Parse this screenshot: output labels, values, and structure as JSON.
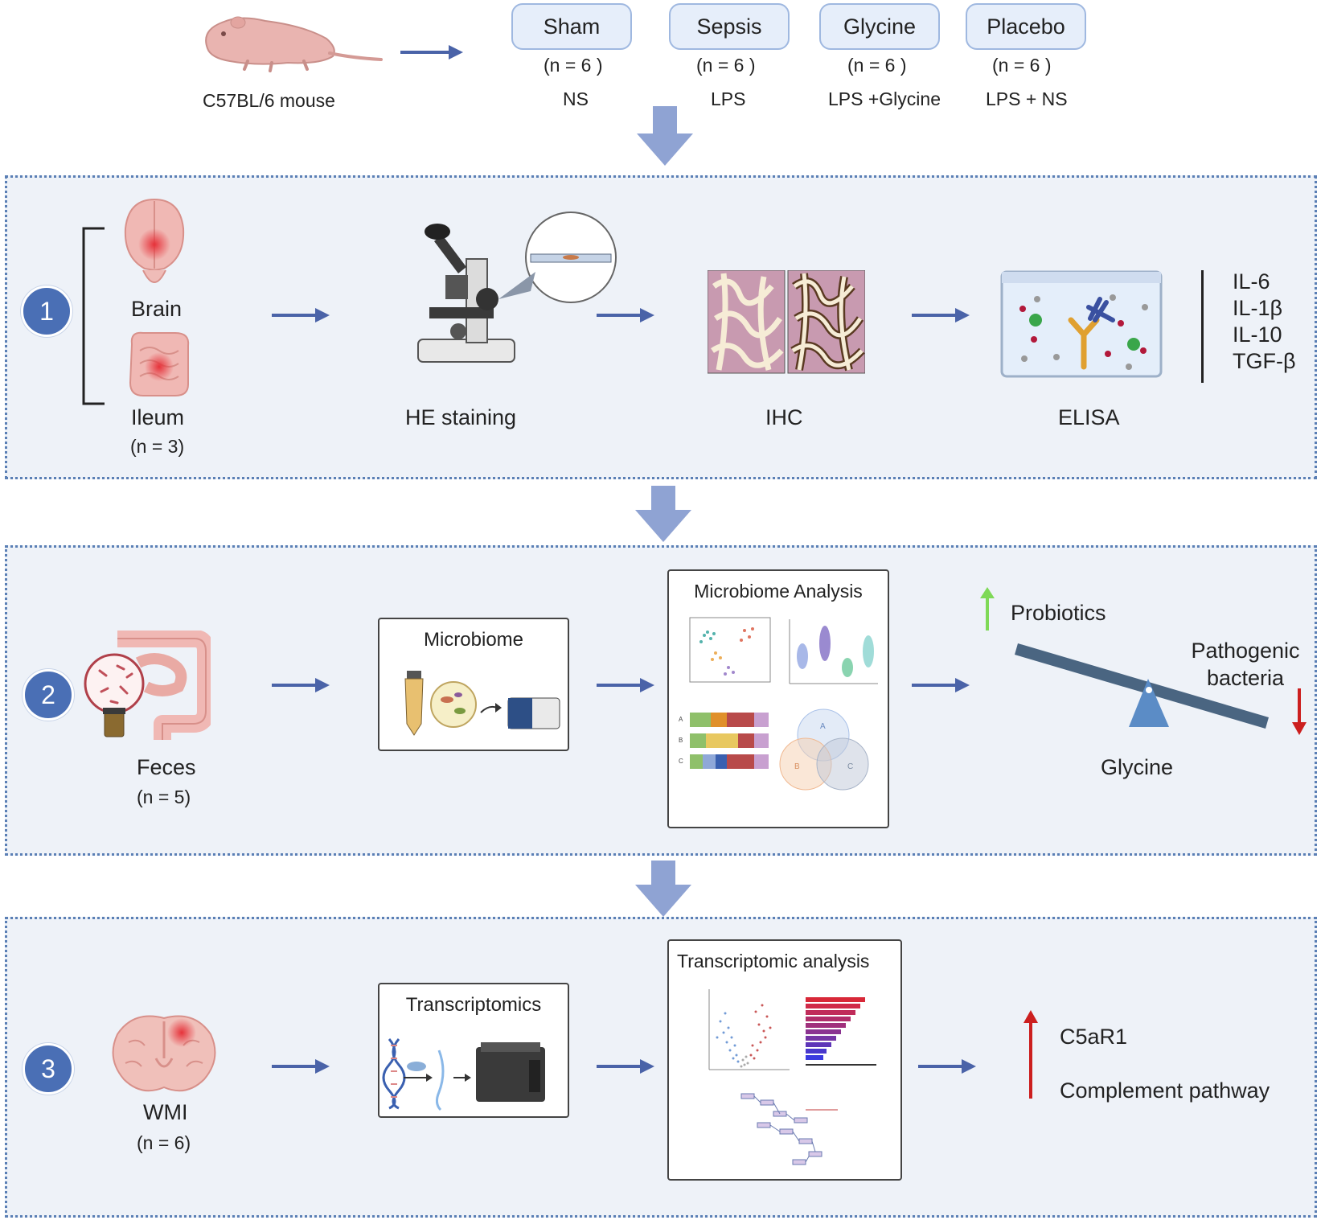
{
  "top": {
    "mouse_label": "C57BL/6 mouse",
    "groups": [
      {
        "name": "Sham",
        "n": "(n = 6 )",
        "treatment": "NS"
      },
      {
        "name": "Sepsis",
        "n": "(n = 6 )",
        "treatment": "LPS"
      },
      {
        "name": "Glycine",
        "n": "(n = 6 )",
        "treatment": "LPS +Glycine"
      },
      {
        "name": "Placebo",
        "n": "(n = 6 )",
        "treatment": "LPS + NS"
      }
    ]
  },
  "panel1": {
    "number": "1",
    "brain_label": "Brain",
    "ileum_label": "Ileum",
    "ileum_n": "(n = 3)",
    "he_label": "HE staining",
    "ihc_label": "IHC",
    "elisa_label": "ELISA",
    "cytokines": [
      "IL-6",
      "IL-1β",
      "IL-10",
      "TGF-β"
    ]
  },
  "panel2": {
    "number": "2",
    "feces_label": "Feces",
    "feces_n": "(n = 5)",
    "microbiome_title": "Microbiome",
    "analysis_title": "Microbiome Analysis",
    "probiotics_label": "Probiotics",
    "pathogenic_line1": "Pathogenic",
    "pathogenic_line2": "bacteria",
    "glycine_label": "Glycine",
    "venn_labels": [
      "A",
      "B",
      "C"
    ],
    "bar_rows": [
      "A",
      "B",
      "C"
    ]
  },
  "panel3": {
    "number": "3",
    "wmi_label": "WMI",
    "wmi_n": "(n = 6)",
    "transcriptomics_title": "Transcriptomics",
    "analysis_title": "Transcriptomic analysis",
    "result_line1": "C5aR1",
    "result_line2": "Complement pathway"
  },
  "colors": {
    "arrow": "#4a63a8",
    "big_arrow": "#8fa3d3",
    "panel_border": "#5a7fb5",
    "panel_bg": "#eef2f8",
    "up_green": "#7ed957",
    "down_red": "#cc1f1f",
    "seesaw": "#4a6581",
    "fulcrum": "#5b8cc6"
  }
}
